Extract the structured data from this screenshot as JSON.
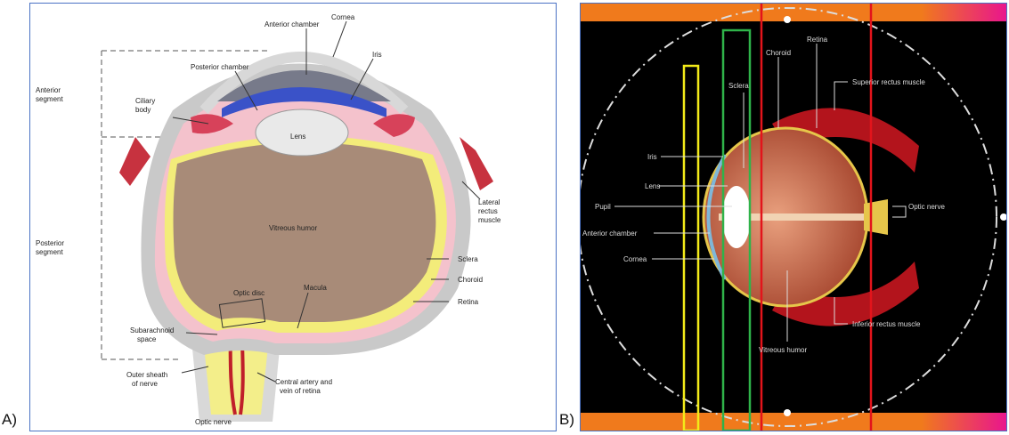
{
  "panel_a": {
    "letter": "A)",
    "labels": {
      "anterior_chamber": "Anterior chamber",
      "cornea": "Cornea",
      "iris": "Iris",
      "posterior_chamber": "Posterior chamber",
      "anterior_segment": "Anterior\nsegment",
      "ciliary_body": "Ciliary\nbody",
      "lens": "Lens",
      "vitreous_humor": "Vitreous humor",
      "lateral_rectus": "Lateral\nrectus\nmuscle",
      "posterior_segment": "Posterior\nsegment",
      "sclera": "Sclera",
      "choroid": "Choroid",
      "retina": "Retina",
      "optic_disc": "Optic disc",
      "macula": "Macula",
      "subarachnoid_space": "Subarachnoid\nspace",
      "outer_sheath": "Outer sheath\nof nerve",
      "central_artery": "Central artery and\nvein of retina",
      "optic_nerve": "Optic nerve"
    },
    "colors": {
      "sclera": "#c9c9c9",
      "choroid": "#f4c2cc",
      "retina": "#f3ec7a",
      "vitreous": "#a88b78",
      "cornea": "#3a52c8",
      "ciliary": "#d7425a",
      "nerve": "#f3ee8a",
      "border": "#4a72c4"
    }
  },
  "panel_b": {
    "letter": "B)",
    "labels": {
      "retina": "Retina",
      "choroid": "Choroid",
      "sclera": "Sclera",
      "superior_rectus": "Superior rectus muscle",
      "iris": "Iris",
      "lens": "Lens",
      "pupil": "Pupil",
      "optic_nerve": "Optic nerve",
      "anterior_chamber": "Anterior chamber",
      "cornea": "Cornea",
      "inferior_rectus": "Inferior rectus muscle",
      "vitreous_humor": "Vitreous humor"
    },
    "colors": {
      "band": "#f07a1c",
      "band_end": "#e9158d",
      "yellow_box": "#f2ea19",
      "green_box": "#2fb34a",
      "red_line": "#e3141b",
      "eye": "#c66a4e",
      "muscle": "#b3141c"
    }
  }
}
